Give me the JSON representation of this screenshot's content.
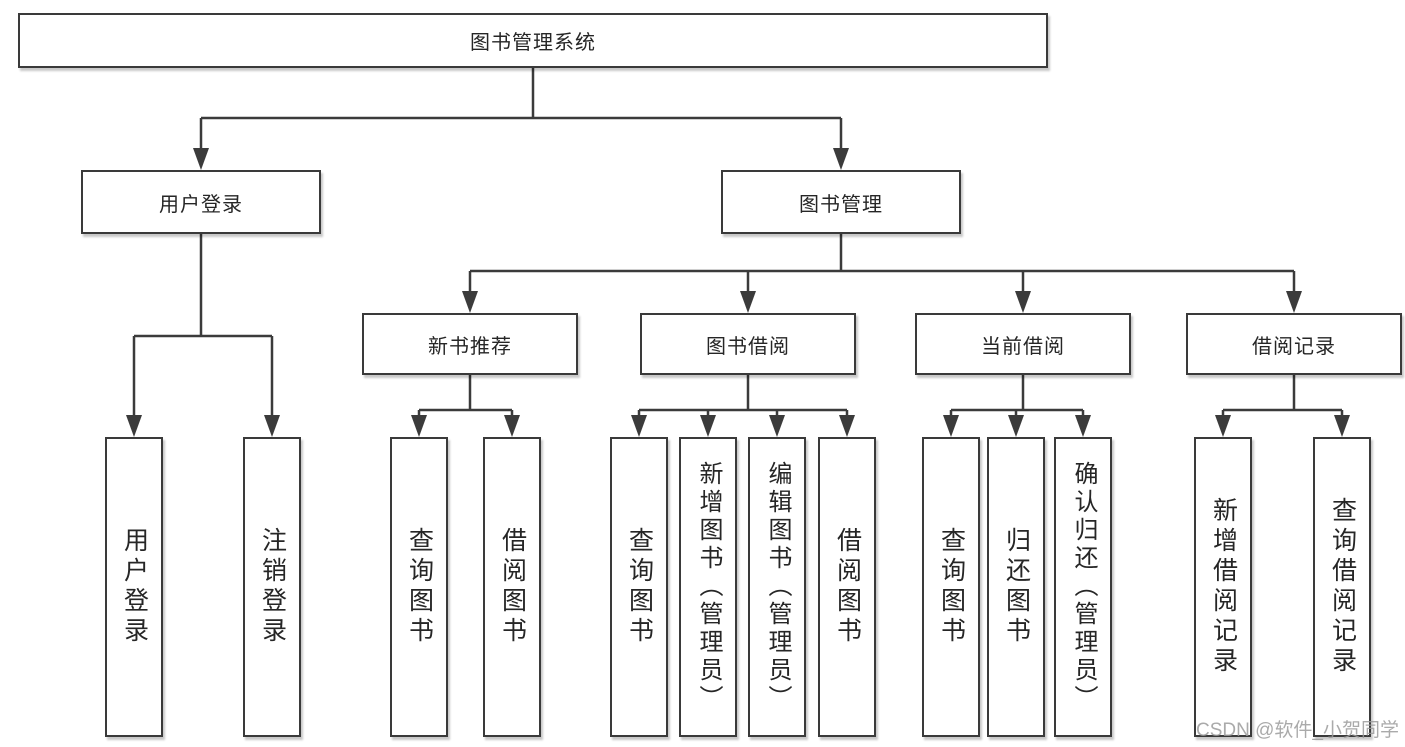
{
  "diagram": {
    "root": {
      "label": "图书管理系统"
    },
    "branches": [
      {
        "label": "用户登录",
        "children": [
          {
            "label": "用户登录"
          },
          {
            "label": "注销登录"
          }
        ]
      },
      {
        "label": "图书管理",
        "children": [
          {
            "label": "新书推荐",
            "children": [
              {
                "label": "查询图书"
              },
              {
                "label": "借阅图书"
              }
            ]
          },
          {
            "label": "图书借阅",
            "children": [
              {
                "label": "查询图书"
              },
              {
                "label": "新增图书（管理员）"
              },
              {
                "label": "编辑图书（管理员）"
              },
              {
                "label": "借阅图书"
              }
            ]
          },
          {
            "label": "当前借阅",
            "children": [
              {
                "label": "查询图书"
              },
              {
                "label": "归还图书"
              },
              {
                "label": "确认归还（管理员）"
              }
            ]
          },
          {
            "label": "借阅记录",
            "children": [
              {
                "label": "新增借阅记录"
              },
              {
                "label": "查询借阅记录"
              }
            ]
          }
        ]
      }
    ],
    "watermark": "CSDN @软件_小贺同学",
    "colors": {
      "line": "#3b3b3b",
      "border": "#3a3a3a",
      "text": "#262626",
      "watermark": "#9c9c9c",
      "background": "#ffffff"
    }
  }
}
